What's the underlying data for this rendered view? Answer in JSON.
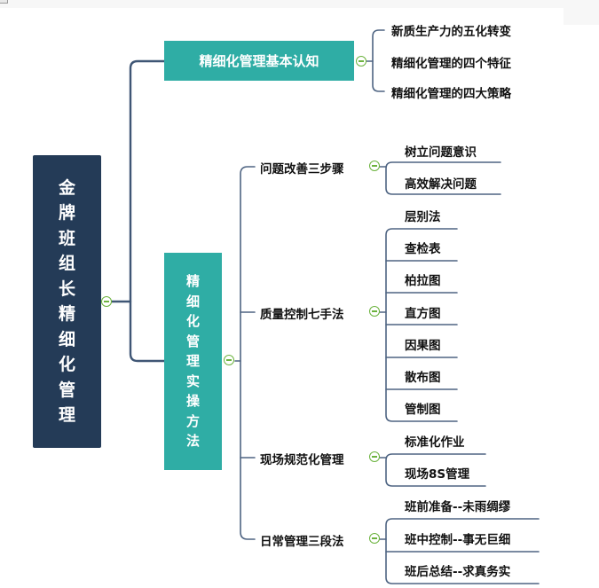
{
  "root": {
    "title": "金牌班组长精细化管理"
  },
  "topics": [
    {
      "title": "精细化管理基本认知",
      "children": [
        {
          "title": "新质生产力的五化转变"
        },
        {
          "title": "精细化管理的四个特征"
        },
        {
          "title": "精细化管理的四大策略"
        }
      ]
    },
    {
      "title": "精细化管理实操方法",
      "children": [
        {
          "title": "问题改善三步骤",
          "children": [
            "树立问题意识",
            "高效解决问题"
          ]
        },
        {
          "title": "质量控制七手法",
          "children": [
            "层别法",
            "查检表",
            "柏拉图",
            "直方图",
            "因果图",
            "散布图",
            "管制图"
          ]
        },
        {
          "title": "现场规范化管理",
          "children": [
            "标准化作业",
            "现场8S管理"
          ]
        },
        {
          "title": "日常管理三段法",
          "children": [
            "班前准备--未雨绸缪",
            "班中控制--事无巨细",
            "班后总结--求真务实"
          ]
        }
      ]
    }
  ],
  "icons": {
    "collapse": "collapse-minus-icon"
  },
  "colors": {
    "root": "#243b57",
    "topic": "#2fada5",
    "line": "#3f5675",
    "toggle": "#6cb33e"
  }
}
